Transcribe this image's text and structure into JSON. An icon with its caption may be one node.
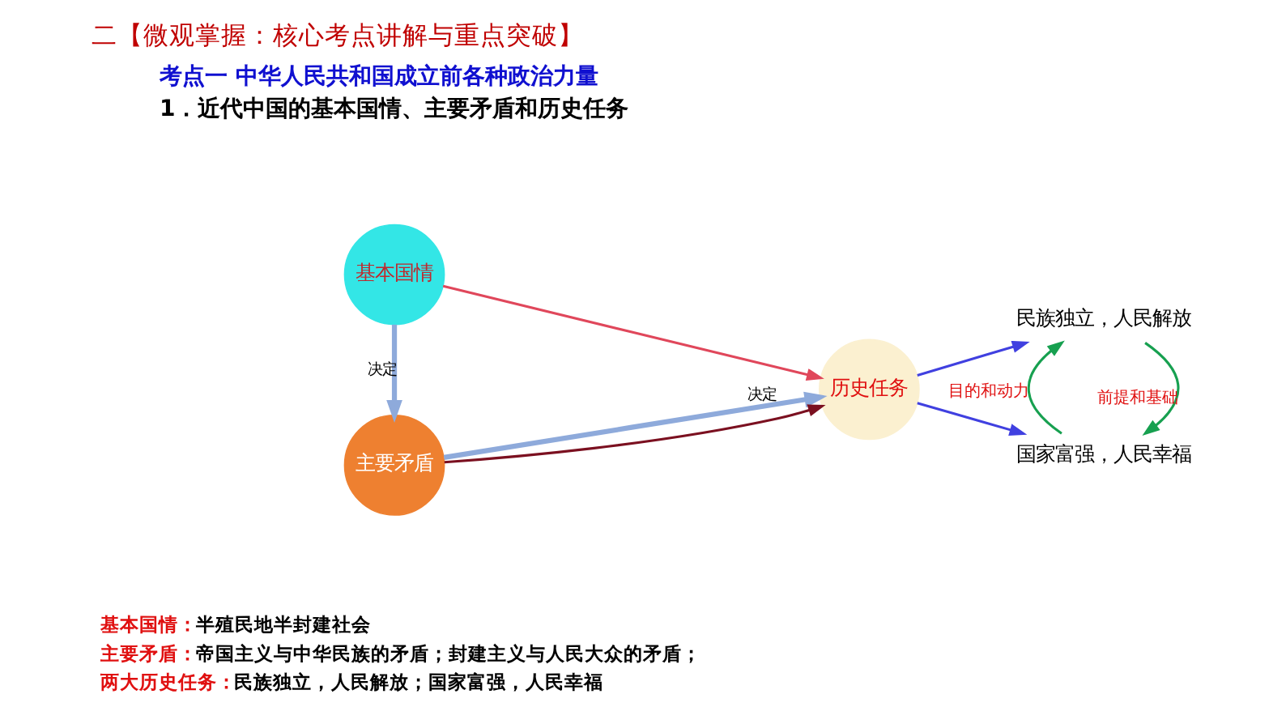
{
  "diagram": {
    "title": "二【微观掌握：核心考点讲解与重点突破】",
    "nodes": [
      {
        "text": [
          "基本国情"
        ]
      },
      {
        "text": [
          "主要矛盾"
        ]
      },
      {
        "text": [
          "历史任务"
        ]
      },
      {
        "text": [
          "民族独立，人民解放"
        ]
      },
      {
        "text": [
          "国家富强，人民幸福"
        ]
      }
    ],
    "edges": [
      {
        "from": 0,
        "to": 1,
        "arrow": "to",
        "label": "决定",
        "style": "thick",
        "color": "#8eaadb"
      },
      {
        "from": 1,
        "to": 2,
        "arrow": "to",
        "label": "决定",
        "style": "thick",
        "color": "#8eaadb"
      },
      {
        "from": 0,
        "to": 2,
        "arrow": "to",
        "color": "#e0475b"
      },
      {
        "from": 1,
        "to": 2,
        "arrow": "to",
        "color": "#7b1020"
      },
      {
        "from": 2,
        "to": 3,
        "arrow": "to",
        "color": "#4040e0"
      },
      {
        "from": 2,
        "to": 4,
        "arrow": "to",
        "color": "#4040e0"
      },
      {
        "from": 3,
        "to": 4,
        "arrow": "to",
        "label": "前提和基础",
        "color": "#17a050"
      },
      {
        "from": 4,
        "to": 3,
        "arrow": "to",
        "label": "目的和动力",
        "color": "#17a050"
      }
    ],
    "labels": [
      "考点一 中华人民共和国成立前各种政治力量",
      "1．近代中国的基本国情、主要矛盾和历史任务",
      "基本国情：",
      "半殖民地半封建社会",
      "主要矛盾：",
      "帝国主义与中华民族的矛盾；封建主义与人民大众的矛盾；",
      "两大历史任务：",
      "民族独立，人民解放；国家富强，人民幸福"
    ]
  }
}
